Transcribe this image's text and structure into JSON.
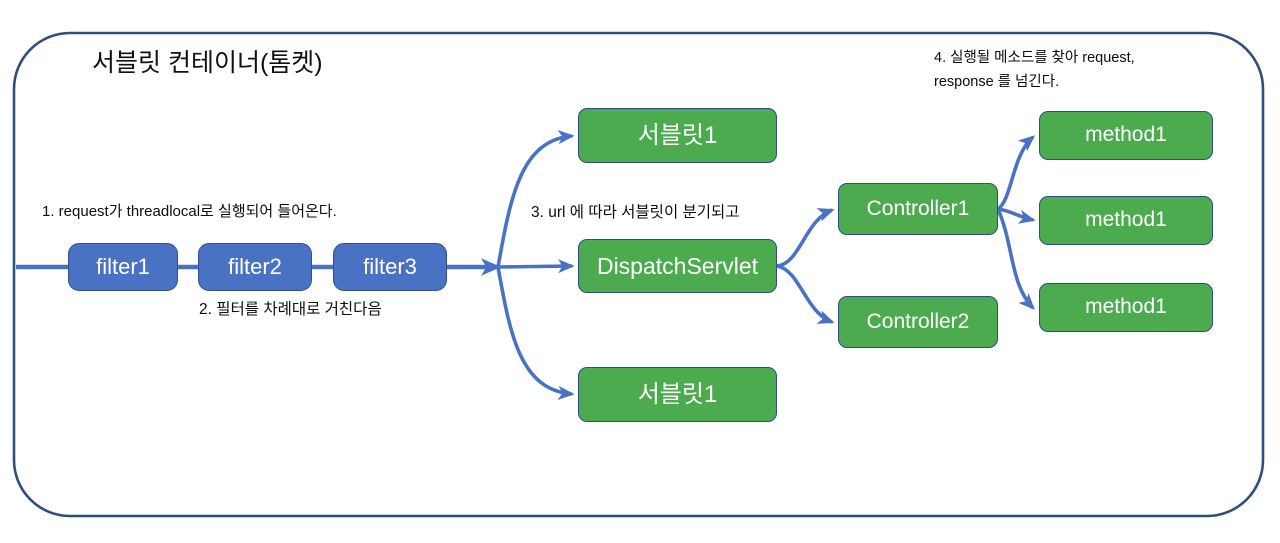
{
  "diagram": {
    "title": "서블릿 컨테이너(톰켓)",
    "colors": {
      "green_fill": "#4CAA4F",
      "blue_fill": "#4A72C4",
      "border_navy": "#2F4C86",
      "container_border": "#2E4E7E",
      "arrow": "#4A72C4",
      "text_dark": "#0d0d0d"
    },
    "annotations": [
      {
        "id": "step1",
        "text": "1. request가 threadlocal로 실행되어 들어온다."
      },
      {
        "id": "step2",
        "text": "2. 필터를 차례대로 거친다음"
      },
      {
        "id": "step3",
        "text": "3. url 에 따라 서블릿이 분기되고"
      },
      {
        "id": "step4_line1",
        "text": "4. 실행될 메소드를 찾아 request,"
      },
      {
        "id": "step4_line2",
        "text": "response 를 넘긴다."
      }
    ],
    "filters": [
      {
        "id": "filter1",
        "label": "filter1"
      },
      {
        "id": "filter2",
        "label": "filter2"
      },
      {
        "id": "filter3",
        "label": "filter3"
      }
    ],
    "servlets": [
      {
        "id": "servlet-top",
        "label": "서블릿1"
      },
      {
        "id": "dispatch-servlet",
        "label": "DispatchServlet"
      },
      {
        "id": "servlet-bottom",
        "label": "서블릿1"
      }
    ],
    "controllers": [
      {
        "id": "controller1",
        "label": "Controller1"
      },
      {
        "id": "controller2",
        "label": "Controller2"
      }
    ],
    "methods": [
      {
        "id": "method-1",
        "label": "method1"
      },
      {
        "id": "method-2",
        "label": "method1"
      },
      {
        "id": "method-3",
        "label": "method1"
      }
    ]
  }
}
